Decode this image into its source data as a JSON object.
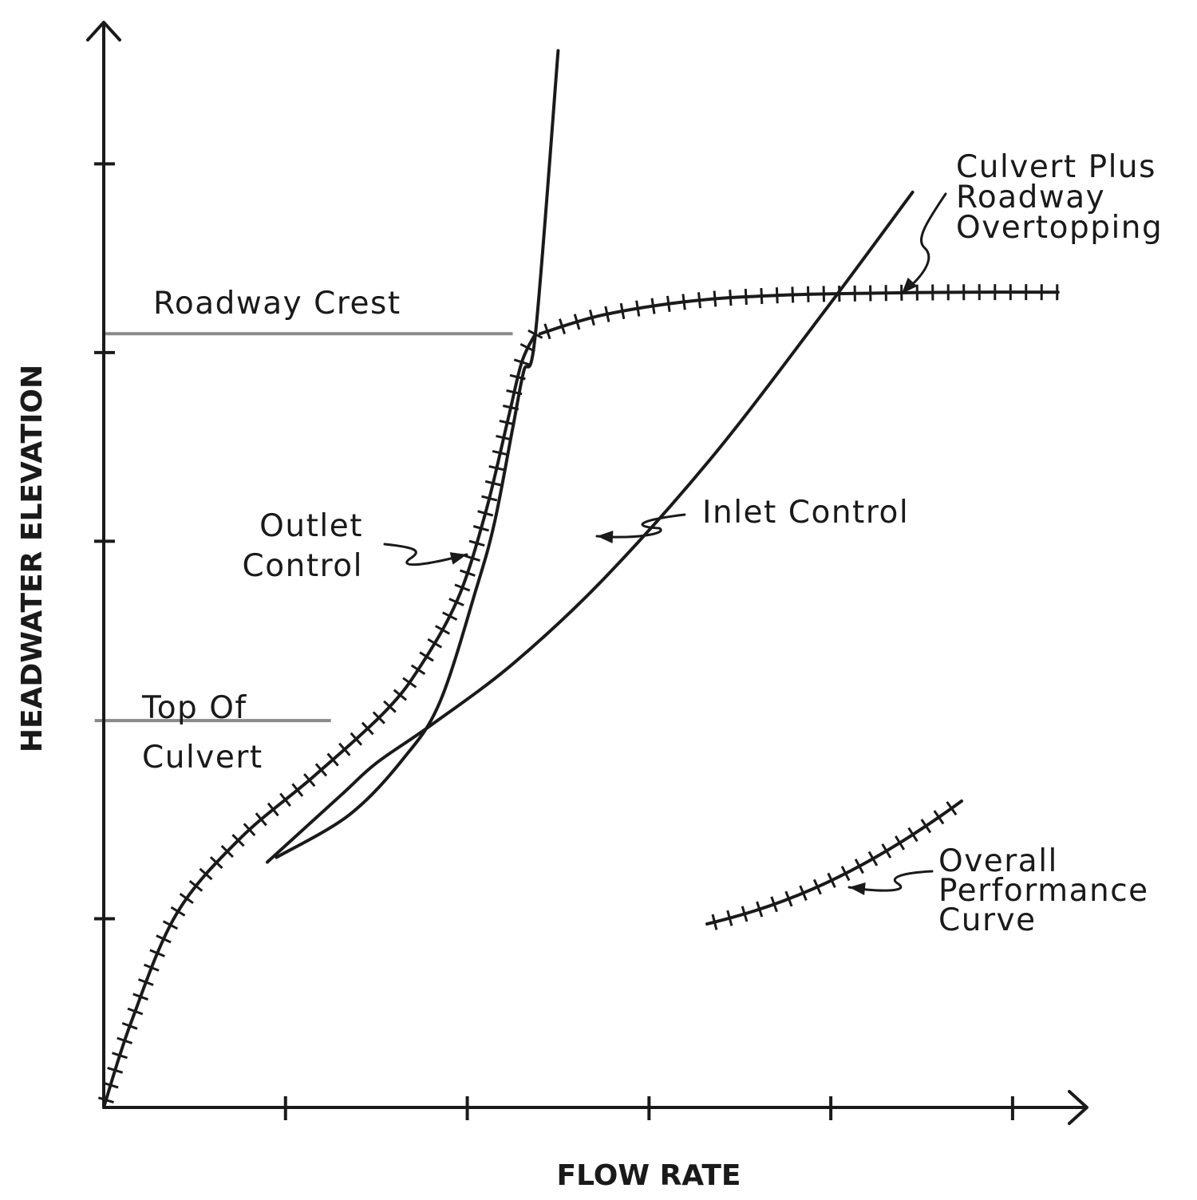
{
  "chart_data": {
    "type": "line",
    "xlabel": "FLOW RATE",
    "ylabel": "HEADWATER ELEVATION",
    "xlim": [
      0,
      10.8
    ],
    "ylim": [
      0,
      11.5
    ],
    "x_ticks": [
      2,
      4,
      6,
      8,
      10
    ],
    "y_ticks": [
      2,
      6,
      8,
      10
    ],
    "grid": false,
    "reference_lines": [
      {
        "label": "Roadway Crest",
        "y": 8.2,
        "x": [
          0,
          4.5
        ]
      },
      {
        "label": "Top Of Culvert",
        "y": 4.1,
        "x": [
          -0.1,
          2.5
        ]
      }
    ],
    "series": [
      {
        "name": "Inlet Control",
        "style": "solid",
        "x": [
          1.8,
          2.6,
          3.0,
          3.6,
          4.5,
          5.5,
          6.7,
          7.9,
          8.9
        ],
        "y": [
          2.6,
          3.3,
          3.65,
          4.05,
          4.7,
          5.6,
          6.9,
          8.4,
          9.7
        ]
      },
      {
        "name": "Outlet Control",
        "style": "solid",
        "x": [
          1.9,
          2.7,
          3.3,
          3.7,
          4.1,
          4.3,
          4.5,
          4.62,
          4.75,
          5.0
        ],
        "y": [
          2.65,
          3.1,
          3.7,
          4.3,
          5.5,
          6.2,
          7.2,
          7.8,
          8.2,
          11.2
        ]
      },
      {
        "name": "Culvert Plus Roadway Overtopping",
        "style": "hatched",
        "x": [
          4.8,
          5.5,
          6.5,
          7.5,
          8.5,
          9.5,
          10.5
        ],
        "y": [
          8.2,
          8.4,
          8.55,
          8.61,
          8.63,
          8.64,
          8.64
        ]
      },
      {
        "name": "Overall Performance Curve",
        "style": "hatched",
        "x": [
          0,
          0.3,
          0.8,
          1.5,
          2.3,
          3.1,
          3.5,
          3.9,
          4.2,
          4.45,
          4.6,
          4.75
        ],
        "y": [
          0,
          0.9,
          2.05,
          2.85,
          3.5,
          4.2,
          4.7,
          5.4,
          6.3,
          7.3,
          7.9,
          8.2
        ]
      }
    ],
    "annotations": [
      {
        "text": "Roadway Crest"
      },
      {
        "text": [
          "Top Of",
          "Culvert"
        ]
      },
      {
        "text": [
          "Outlet",
          "Control"
        ],
        "points_to": "Outlet Control"
      },
      {
        "text": "Inlet Control",
        "points_to": "Inlet Control"
      },
      {
        "text": [
          "Culvert Plus",
          "Roadway",
          "Overtopping"
        ],
        "points_to": "Culvert Plus Roadway Overtopping"
      },
      {
        "text": [
          "Overall",
          "Performance",
          "Curve"
        ],
        "points_to": "legend sample (hatched line)"
      }
    ]
  }
}
